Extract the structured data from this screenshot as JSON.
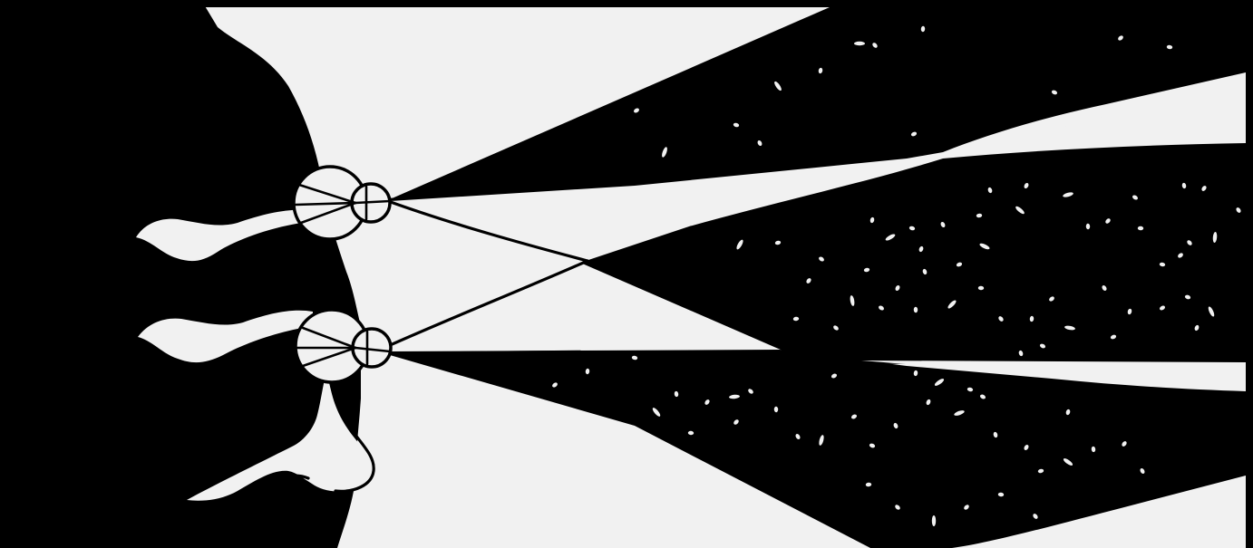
{
  "figure": {
    "background_color": "#f1f1f1",
    "ink_color": "#000000",
    "speck_color": "#f1f1f1",
    "description_elements": [
      "head-silhouette",
      "upper-eye",
      "lower-eye",
      "nose",
      "upper-visual-cone",
      "middle-visual-cone",
      "lower-visual-cone",
      "crossing-sight-lines"
    ]
  }
}
